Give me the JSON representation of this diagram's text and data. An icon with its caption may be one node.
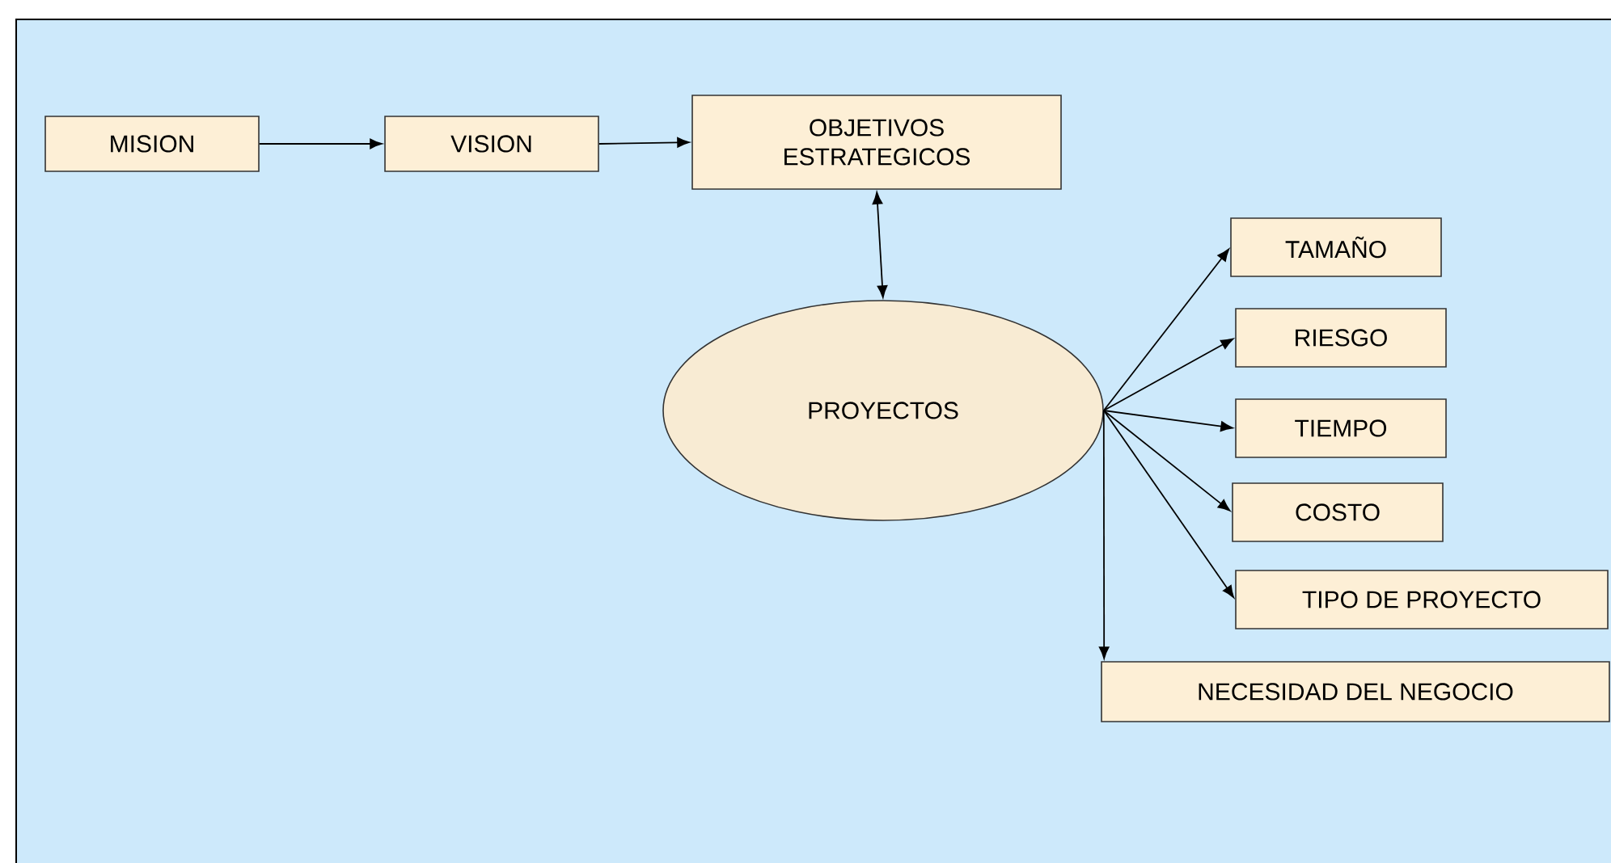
{
  "diagram": {
    "nodes": [
      {
        "text": [
          "MISION"
        ]
      },
      {
        "text": [
          "VISION"
        ]
      },
      {
        "text": [
          "OBJETIVOS ESTRATEGICOS"
        ]
      },
      {
        "text": [
          "PROYECTOS"
        ]
      },
      {
        "text": [
          "TAMAÑO"
        ]
      },
      {
        "text": [
          "RIESGO"
        ]
      },
      {
        "text": [
          "TIEMPO"
        ]
      },
      {
        "text": [
          "COSTO"
        ]
      },
      {
        "text": [
          "TIPO DE PROYECTO"
        ]
      },
      {
        "text": [
          "NECESIDAD DEL NEGOCIO"
        ]
      }
    ],
    "edges": [
      {
        "from": 0,
        "to": 1,
        "arrow": "to"
      },
      {
        "from": 1,
        "to": 2,
        "arrow": "to"
      },
      {
        "from": 2,
        "to": 3,
        "arrow": "both"
      },
      {
        "from": 3,
        "to": 4,
        "arrow": "to"
      },
      {
        "from": 3,
        "to": 5,
        "arrow": "to"
      },
      {
        "from": 3,
        "to": 6,
        "arrow": "to"
      },
      {
        "from": 3,
        "to": 7,
        "arrow": "to"
      },
      {
        "from": 3,
        "to": 8,
        "arrow": "to"
      },
      {
        "from": 3,
        "to": 9,
        "arrow": "to"
      }
    ]
  }
}
